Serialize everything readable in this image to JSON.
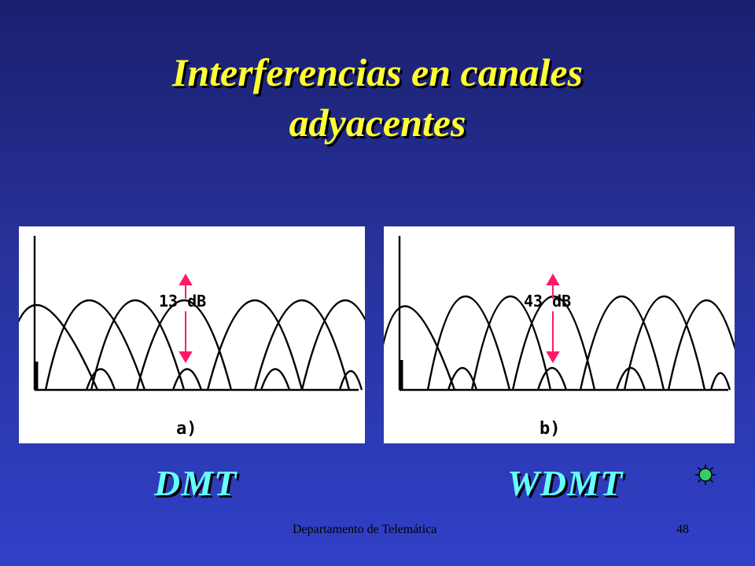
{
  "slide": {
    "title_line1": "Interferencias en canales",
    "title_line2": "adyacentes",
    "footer": "Departamento de Telemática",
    "page_number": "48"
  },
  "panels": [
    {
      "sublabel": "a)",
      "attenuation": "13 dB",
      "caption": "DMT"
    },
    {
      "sublabel": "b)",
      "attenuation": "43 dB",
      "caption": "WDMT"
    }
  ],
  "colors": {
    "title": "#ffff33",
    "caption": "#66ffff",
    "arrow": "#ff1a66"
  },
  "icons": {
    "decoration": "sun-icon"
  }
}
